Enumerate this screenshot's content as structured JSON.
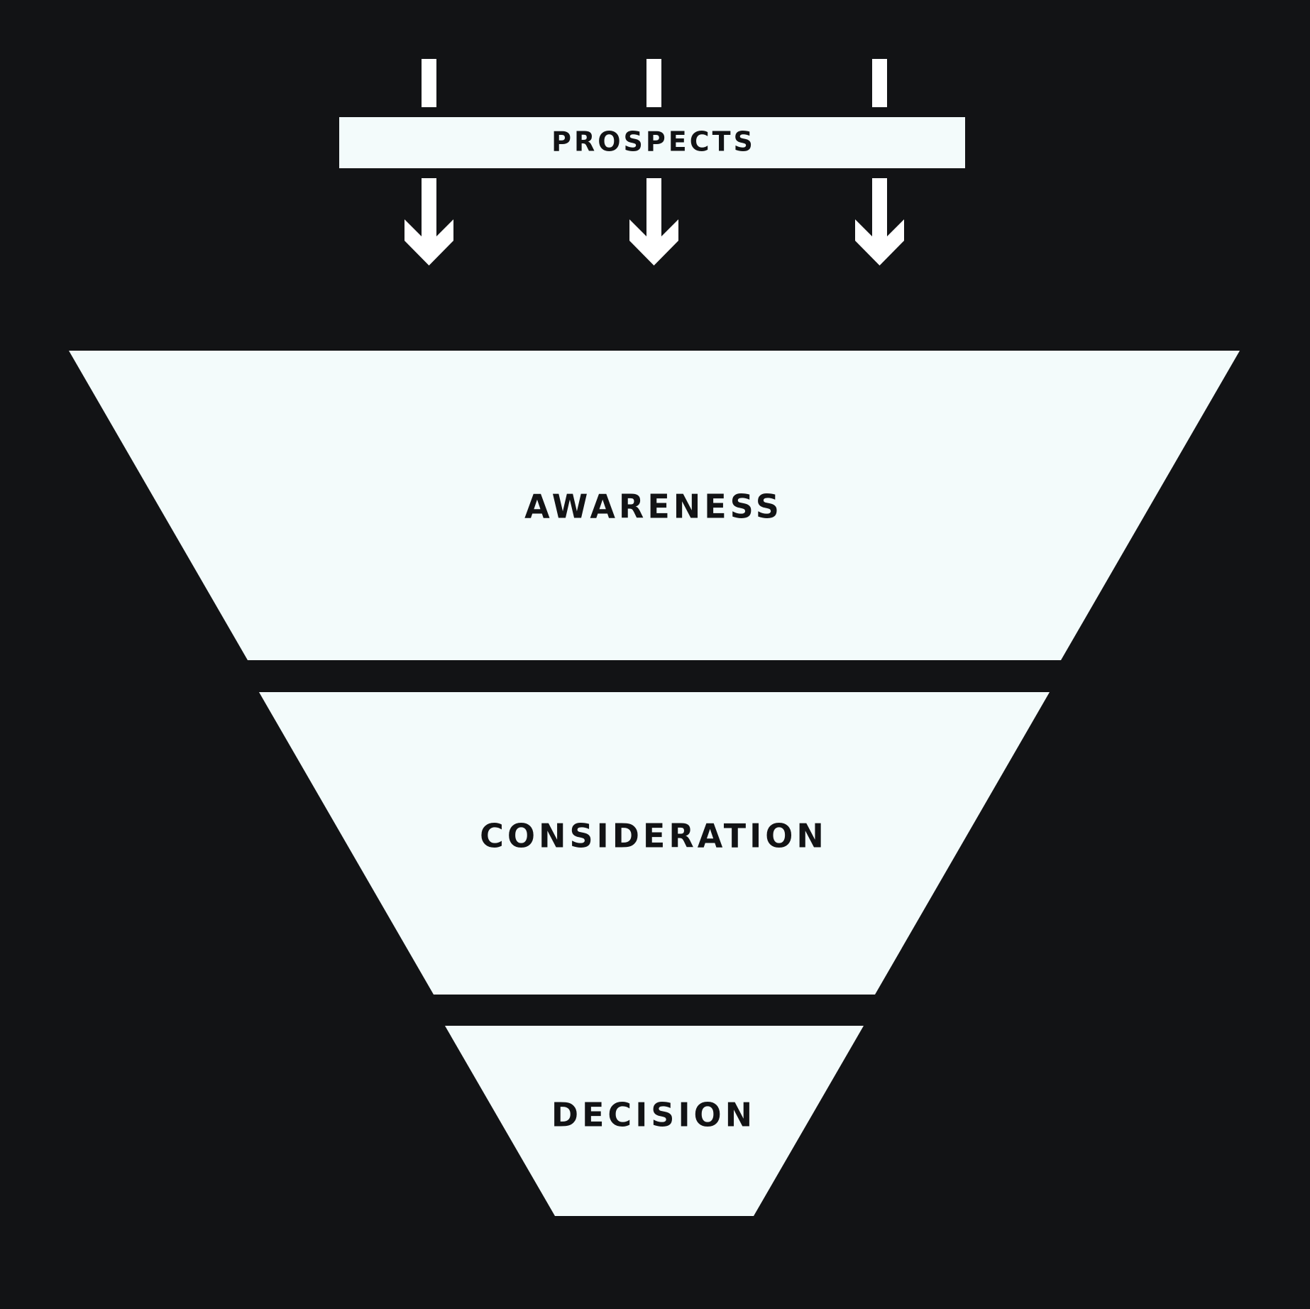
{
  "diagram": {
    "prospects_label": "PROSPECTS",
    "stages": [
      {
        "label": "AWARENESS"
      },
      {
        "label": "CONSIDERATION"
      },
      {
        "label": "DECISION"
      }
    ]
  },
  "colors": {
    "background": "#121315",
    "shape_fill": "#F3FBFB",
    "arrow_fill": "#FFFFFF",
    "text": "#121315"
  },
  "icons": {
    "arrow": "arrow-down-icon"
  }
}
